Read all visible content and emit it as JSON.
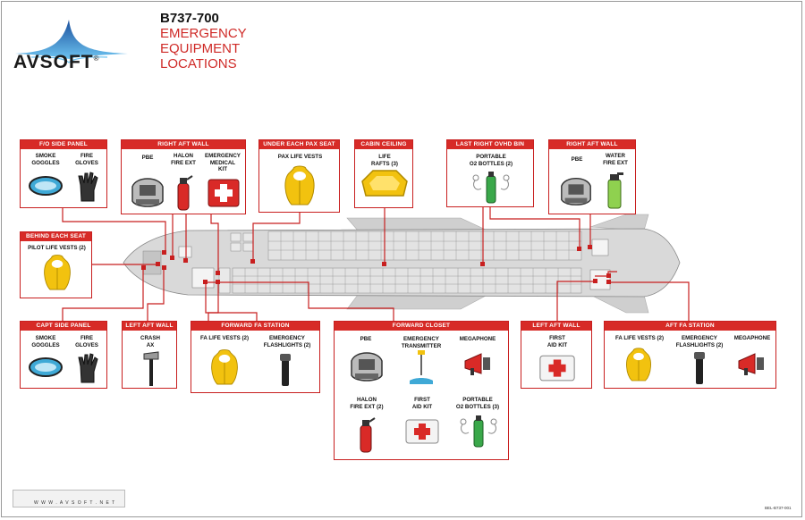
{
  "brand": {
    "name": "AVSOFT",
    "reg": "®"
  },
  "title": {
    "model": "B737-700",
    "line1": "EMERGENCY",
    "line2": "EQUIPMENT",
    "line3": "LOCATIONS"
  },
  "boxes": {
    "fo_side_panel": {
      "title": "F/O SIDE PANEL",
      "items": [
        "SMOKE\nGOGGLES",
        "FIRE\nGLOVES"
      ]
    },
    "right_aft_wall_fwd": {
      "title": "RIGHT AFT WALL",
      "items": [
        "PBE",
        "HALON\nFIRE EXT",
        "EMERGENCY\nMEDICAL\nKIT"
      ]
    },
    "under_each_pax_seat": {
      "title": "UNDER EACH PAX SEAT",
      "items": [
        "PAX LIFE VESTS"
      ]
    },
    "cabin_ceiling": {
      "title": "CABIN CEILING",
      "items": [
        "LIFE\nRAFTS (3)"
      ]
    },
    "last_right_ovhd_bin": {
      "title": "LAST RIGHT OVHD BIN",
      "items": [
        "PORTABLE\nO2 BOTTLES (2)"
      ]
    },
    "right_aft_wall_aft": {
      "title": "RIGHT AFT WALL",
      "items": [
        "PBE",
        "WATER\nFIRE EXT"
      ]
    },
    "behind_each_seat": {
      "title": "BEHIND EACH SEAT",
      "items": [
        "PILOT LIFE VESTS (2)"
      ]
    },
    "capt_side_panel": {
      "title": "CAPT SIDE PANEL",
      "items": [
        "SMOKE\nGOGGLES",
        "FIRE\nGLOVES"
      ]
    },
    "left_aft_wall_fwd": {
      "title": "LEFT AFT WALL",
      "items": [
        "CRASH\nAX"
      ]
    },
    "forward_fa_station": {
      "title": "FORWARD FA STATION",
      "items": [
        "FA LIFE VESTS (2)",
        "EMERGENCY\nFLASHLIGHTS (2)"
      ]
    },
    "forward_closet": {
      "title": "FORWARD CLOSET",
      "items": [
        "PBE",
        "EMERGENCY\nTRANSMITTER",
        "MEGAPHONE",
        "HALON\nFIRE EXT (2)",
        "FIRST\nAID KIT",
        "PORTABLE\nO2 BOTTLES (3)"
      ]
    },
    "left_aft_wall_aft": {
      "title": "LEFT AFT WALL",
      "items": [
        "FIRST\nAID KIT"
      ]
    },
    "aft_fa_station": {
      "title": "AFT FA STATION",
      "items": [
        "FA LIFE VESTS (2)",
        "EMERGENCY\nFLASHLIGHTS (2)",
        "MEGAPHONE"
      ]
    }
  },
  "footer": {
    "url": "W W W . A V S O F T . N E T",
    "code": "BEL-B737-001"
  },
  "colors": {
    "accent": "#d72b27",
    "fuselage": "#d9d9d9",
    "vest": "#f2c20f",
    "o2": "#3aa84a"
  }
}
